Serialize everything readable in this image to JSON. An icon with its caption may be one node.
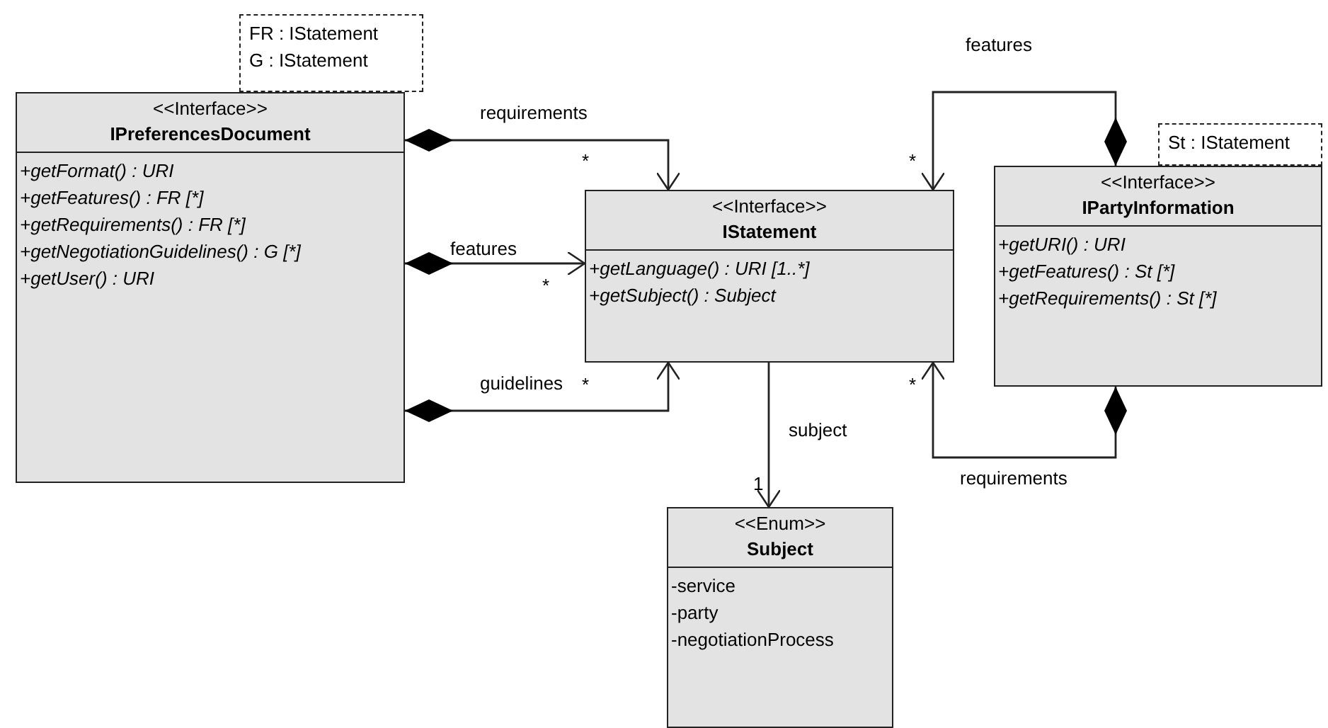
{
  "diagram": {
    "nodes": [
      {
        "text": [
          "FR : IStatement",
          "G : IStatement"
        ]
      },
      {
        "text": [
          "<<Interface>>",
          "IPreferencesDocument",
          "+getFormat() : URI",
          "+getFeatures() : FR [*]",
          "+getRequirements() : FR [*]",
          "+getNegotiationGuidelines() : G [*]",
          "+getUser() : URI"
        ]
      },
      {
        "text": [
          "<<Interface>>",
          "IStatement",
          "+getLanguage() : URI [1..*]",
          "+getSubject() : Subject"
        ]
      },
      {
        "text": [
          "St : IStatement"
        ]
      },
      {
        "text": [
          "<<Interface>>",
          "IPartyInformation",
          "+getURI() : URI",
          "+getFeatures() : St [*]",
          "+getRequirements() : St [*]"
        ]
      },
      {
        "text": [
          "<<Enum>>",
          "Subject",
          "-service",
          "-party",
          "-negotiationProcess"
        ]
      }
    ],
    "edges": [
      {
        "from": 1,
        "to": 2,
        "arrow": "to",
        "label": "requirements"
      },
      {
        "from": 1,
        "to": 2,
        "arrow": "to",
        "label": "features"
      },
      {
        "from": 1,
        "to": 2,
        "arrow": "to",
        "label": "guidelines"
      },
      {
        "from": 4,
        "to": 2,
        "arrow": "to",
        "label": "features"
      },
      {
        "from": 4,
        "to": 2,
        "arrow": "to",
        "label": "requirements"
      },
      {
        "from": 2,
        "to": 5,
        "arrow": "to",
        "label": "subject"
      }
    ],
    "labels": [
      "*",
      "*",
      "*",
      "*",
      "*",
      "1"
    ]
  }
}
